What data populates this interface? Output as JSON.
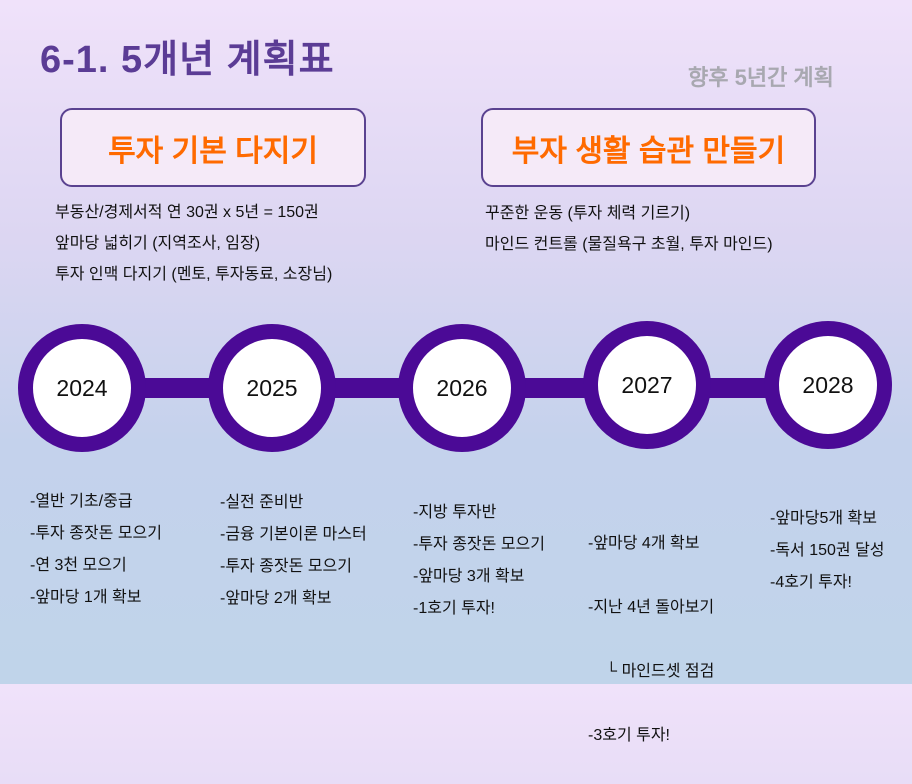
{
  "title": "6-1. 5개년 계획표",
  "subtitle": "향후 5년간 계획",
  "left_box": {
    "label": "투자 기본 다지기",
    "items": [
      "부동산/경제서적 연 30권 x 5년 = 150권",
      "앞마당 넓히기 (지역조사, 임장)",
      "투자 인맥 다지기 (멘토, 투자동료, 소장님)"
    ]
  },
  "right_box": {
    "label": "부자 생활 습관 만들기",
    "items": [
      "꾸준한 운동 (투자 체력 기르기)",
      "마인드 컨트롤 (물질욕구 초월, 투자 마인드)"
    ]
  },
  "timeline": [
    {
      "year": "2024",
      "items": [
        "-열반 기초/중급",
        "-투자 종잣돈 모으기",
        "-연 3천 모으기",
        "-앞마당 1개 확보"
      ]
    },
    {
      "year": "2025",
      "items": [
        "-실전 준비반",
        "-금융 기본이론 마스터",
        "-투자 종잣돈 모으기",
        "-앞마당 2개 확보"
      ]
    },
    {
      "year": "2026",
      "items": [
        "-지방 투자반",
        "-투자 종잣돈 모으기",
        "-앞마당 3개 확보",
        "-1호기 투자!"
      ]
    },
    {
      "year": "2027",
      "items": [
        "-앞마당 4개 확보",
        "-지난 4년 돌아보기",
        "    └ 마인드셋 점검",
        "-3호기 투자!"
      ]
    },
    {
      "year": "2028",
      "items": [
        "-앞마당5개 확보",
        "-독서 150권 달성",
        "-4호기 투자!"
      ]
    }
  ],
  "colors": {
    "title": "#5b3c95",
    "accent": "#ff6a00",
    "timeline": "#4b0a96"
  }
}
